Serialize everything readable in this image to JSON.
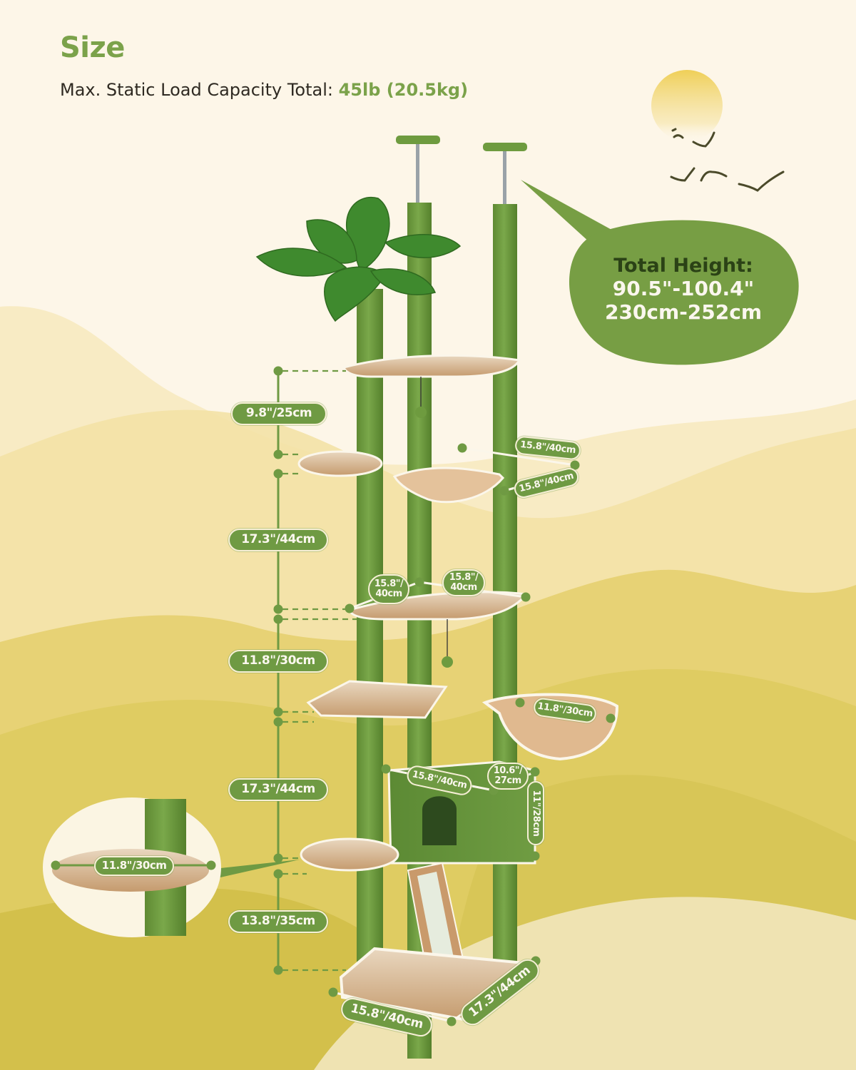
{
  "header": {
    "title": "Size",
    "subtitle_label": "Max. Static Load Capacity Total: ",
    "subtitle_value": "45lb (20.5kg)"
  },
  "callout": {
    "line1": "Total Height:",
    "line2": "90.5\"-100.4\"",
    "line3": "230cm-252cm"
  },
  "vertical_dimensions": [
    {
      "label": "9.8\"/25cm"
    },
    {
      "label": "17.3\"/44cm"
    },
    {
      "label": "11.8\"/30cm"
    },
    {
      "label": "17.3\"/44cm"
    },
    {
      "label": "13.8\"/35cm"
    }
  ],
  "platform_dimensions": {
    "hammock_width": "15.8\"/40cm",
    "hammock_depth": "15.8\"/40cm",
    "corner_perch_left_line1": "15.8\"/",
    "corner_perch_left_line2": "40cm",
    "corner_perch_right_line1": "15.8\"/",
    "corner_perch_right_line2": "40cm",
    "basket_diameter": "11.8\"/30cm",
    "condo_width": "15.8\"/40cm",
    "condo_depth_line1": "10.6\"/",
    "condo_depth_line2": "27cm",
    "condo_height": "11\"/28cm",
    "round_perch_diameter": "11.8\"/30cm",
    "base_width": "15.8\"/40cm",
    "base_depth": "17.3\"/44cm"
  },
  "colors": {
    "accent_green": "#7ba24a",
    "pill_green": "#6f9a43",
    "callout_green": "#779e44",
    "dark_text": "#2f2a22",
    "callout_dark": "#2b4216",
    "background_cream": "#fdf6e8",
    "plush_beige": "#d9b895",
    "sun_yellow": "#f0d36a"
  }
}
